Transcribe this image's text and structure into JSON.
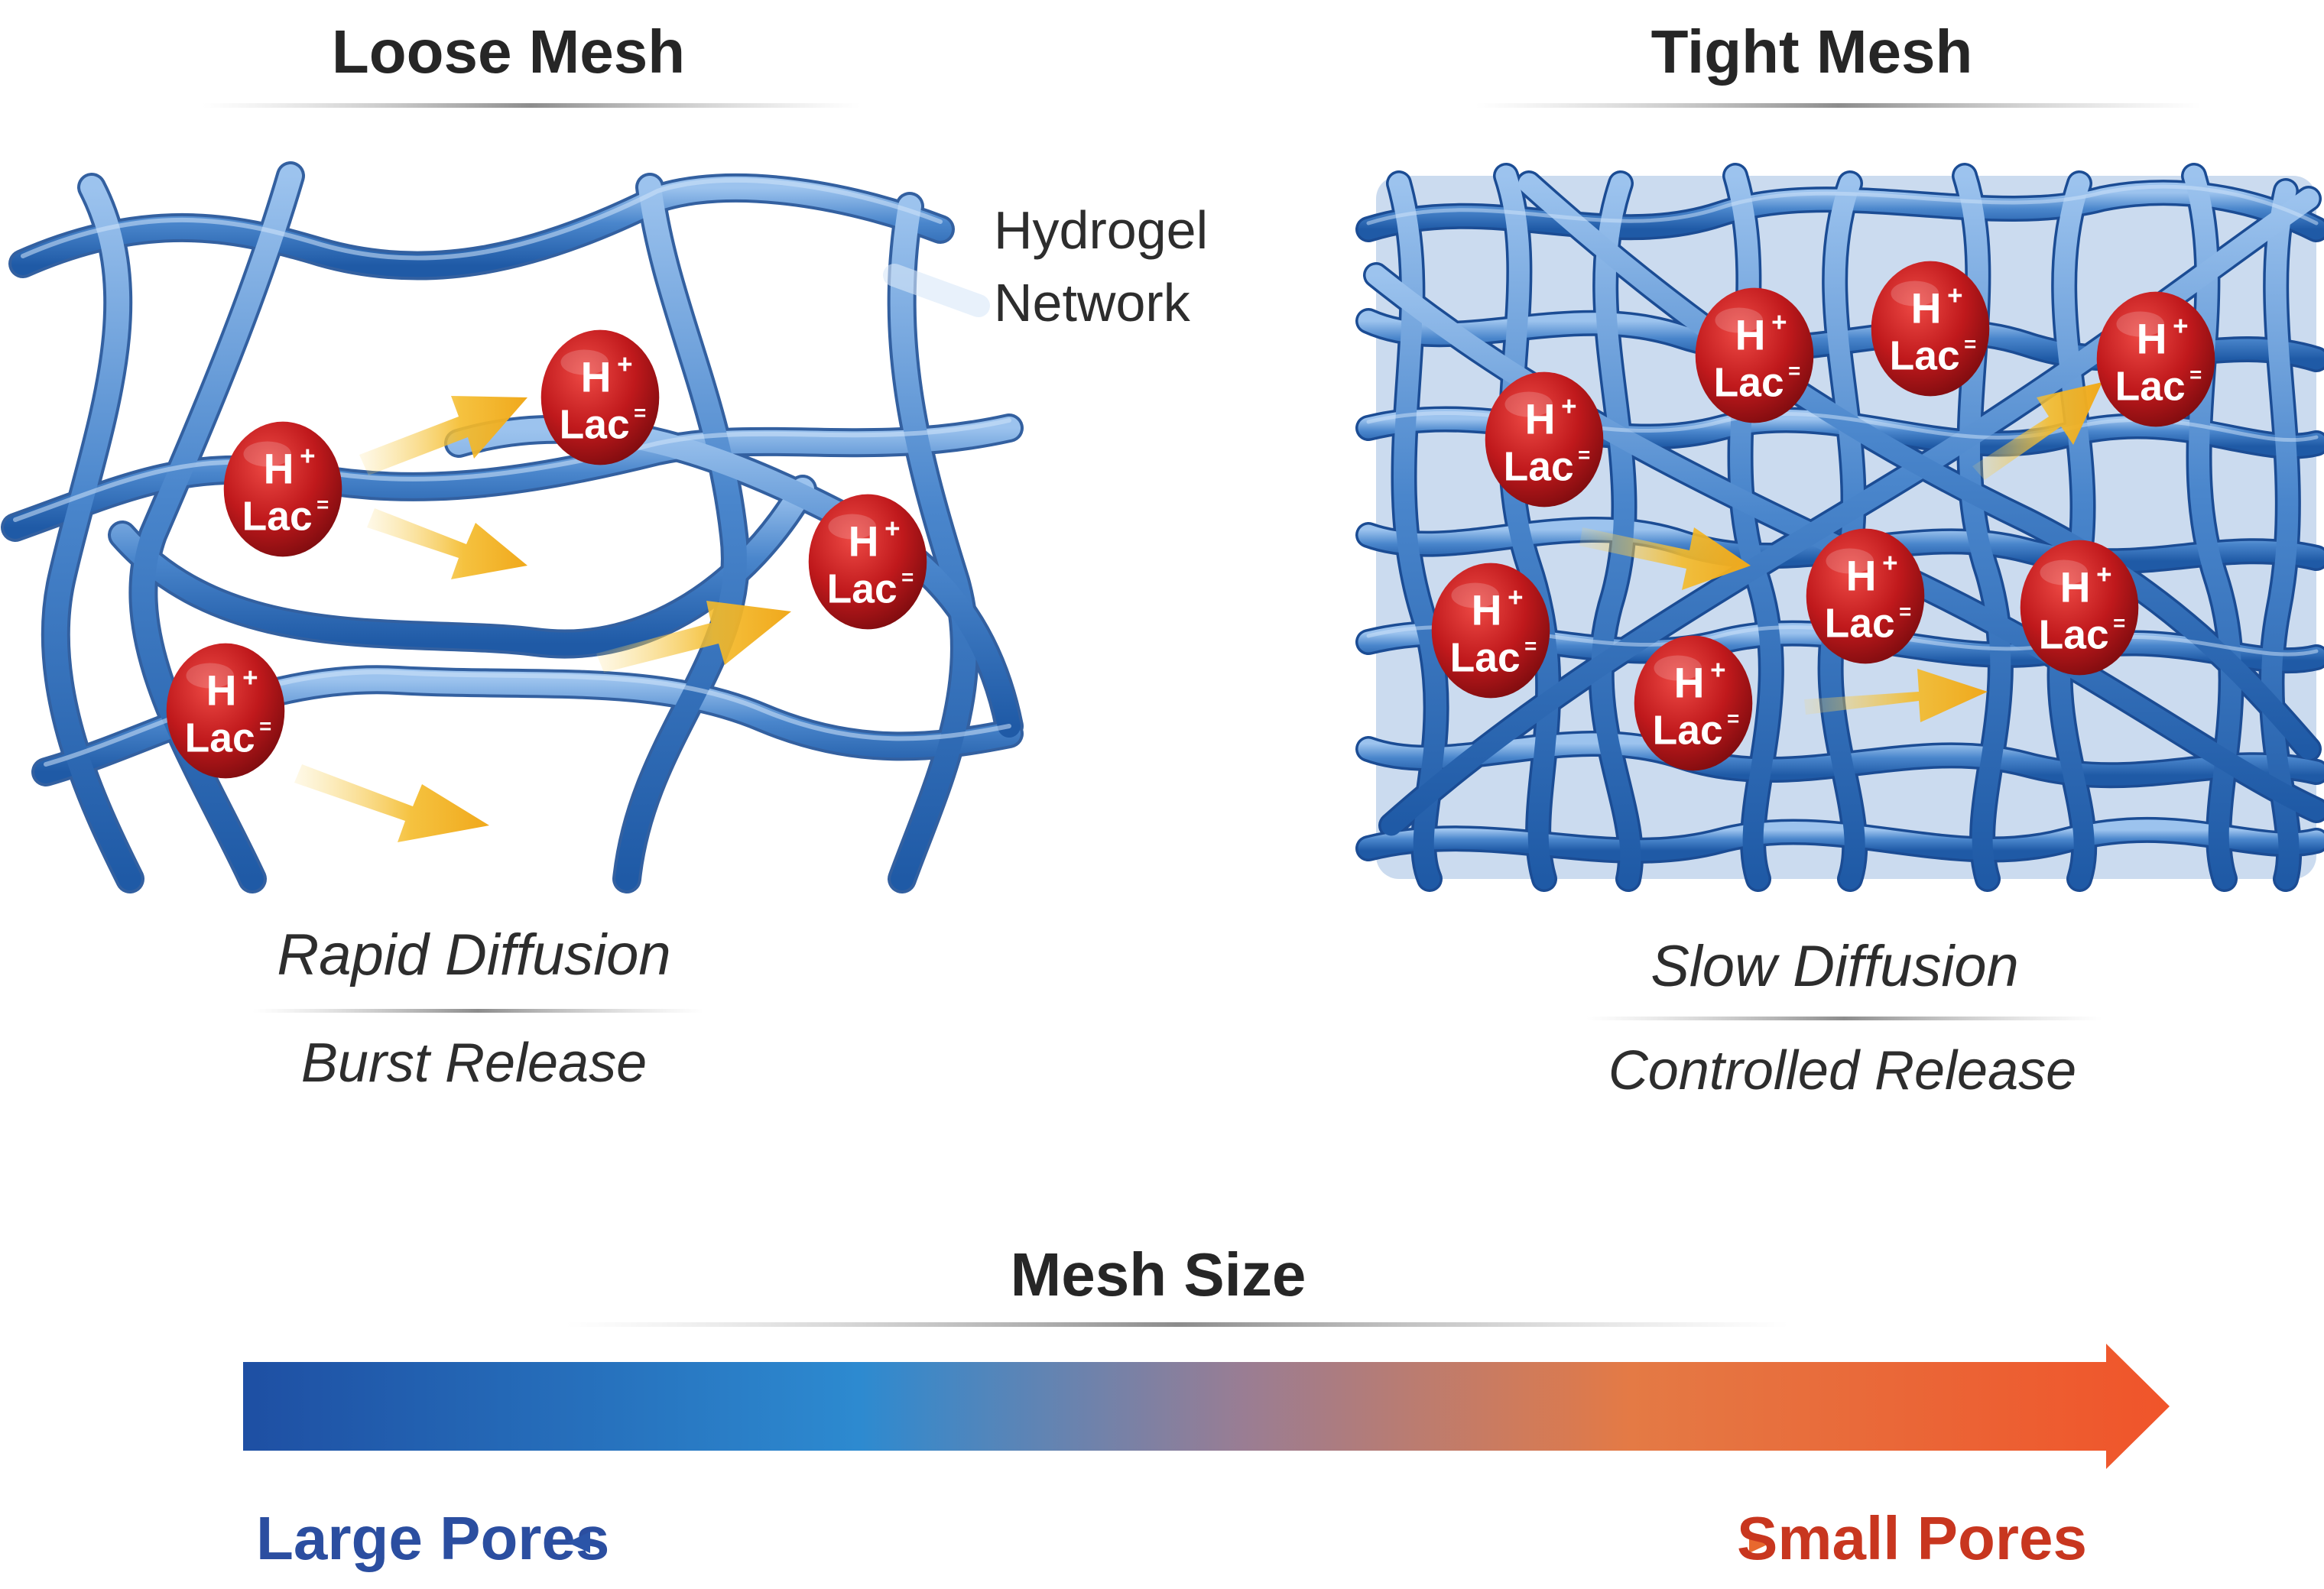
{
  "left_panel": {
    "title": "Loose Mesh",
    "caption_primary": "Rapid Diffusion",
    "caption_secondary": "Burst Release",
    "network_label_line1": "Hydrogel",
    "network_label_line2": "Network"
  },
  "right_panel": {
    "title": "Tight Mesh",
    "caption_primary": "Slow Diffusion",
    "caption_secondary": "Controlled Release"
  },
  "molecule": {
    "ion_top": "H",
    "ion_top_charge": "+",
    "ion_bottom": "Lac",
    "ion_bottom_charge": "="
  },
  "scale": {
    "title": "Mesh Size",
    "left_label": "Large Pores",
    "right_label": "Small Pores"
  },
  "colors": {
    "fiber": "#4a86cc",
    "molecule": "#c0191c",
    "arrow": "#f2b01e",
    "scale_start": "#1e4fa3",
    "scale_end": "#f0542a"
  }
}
